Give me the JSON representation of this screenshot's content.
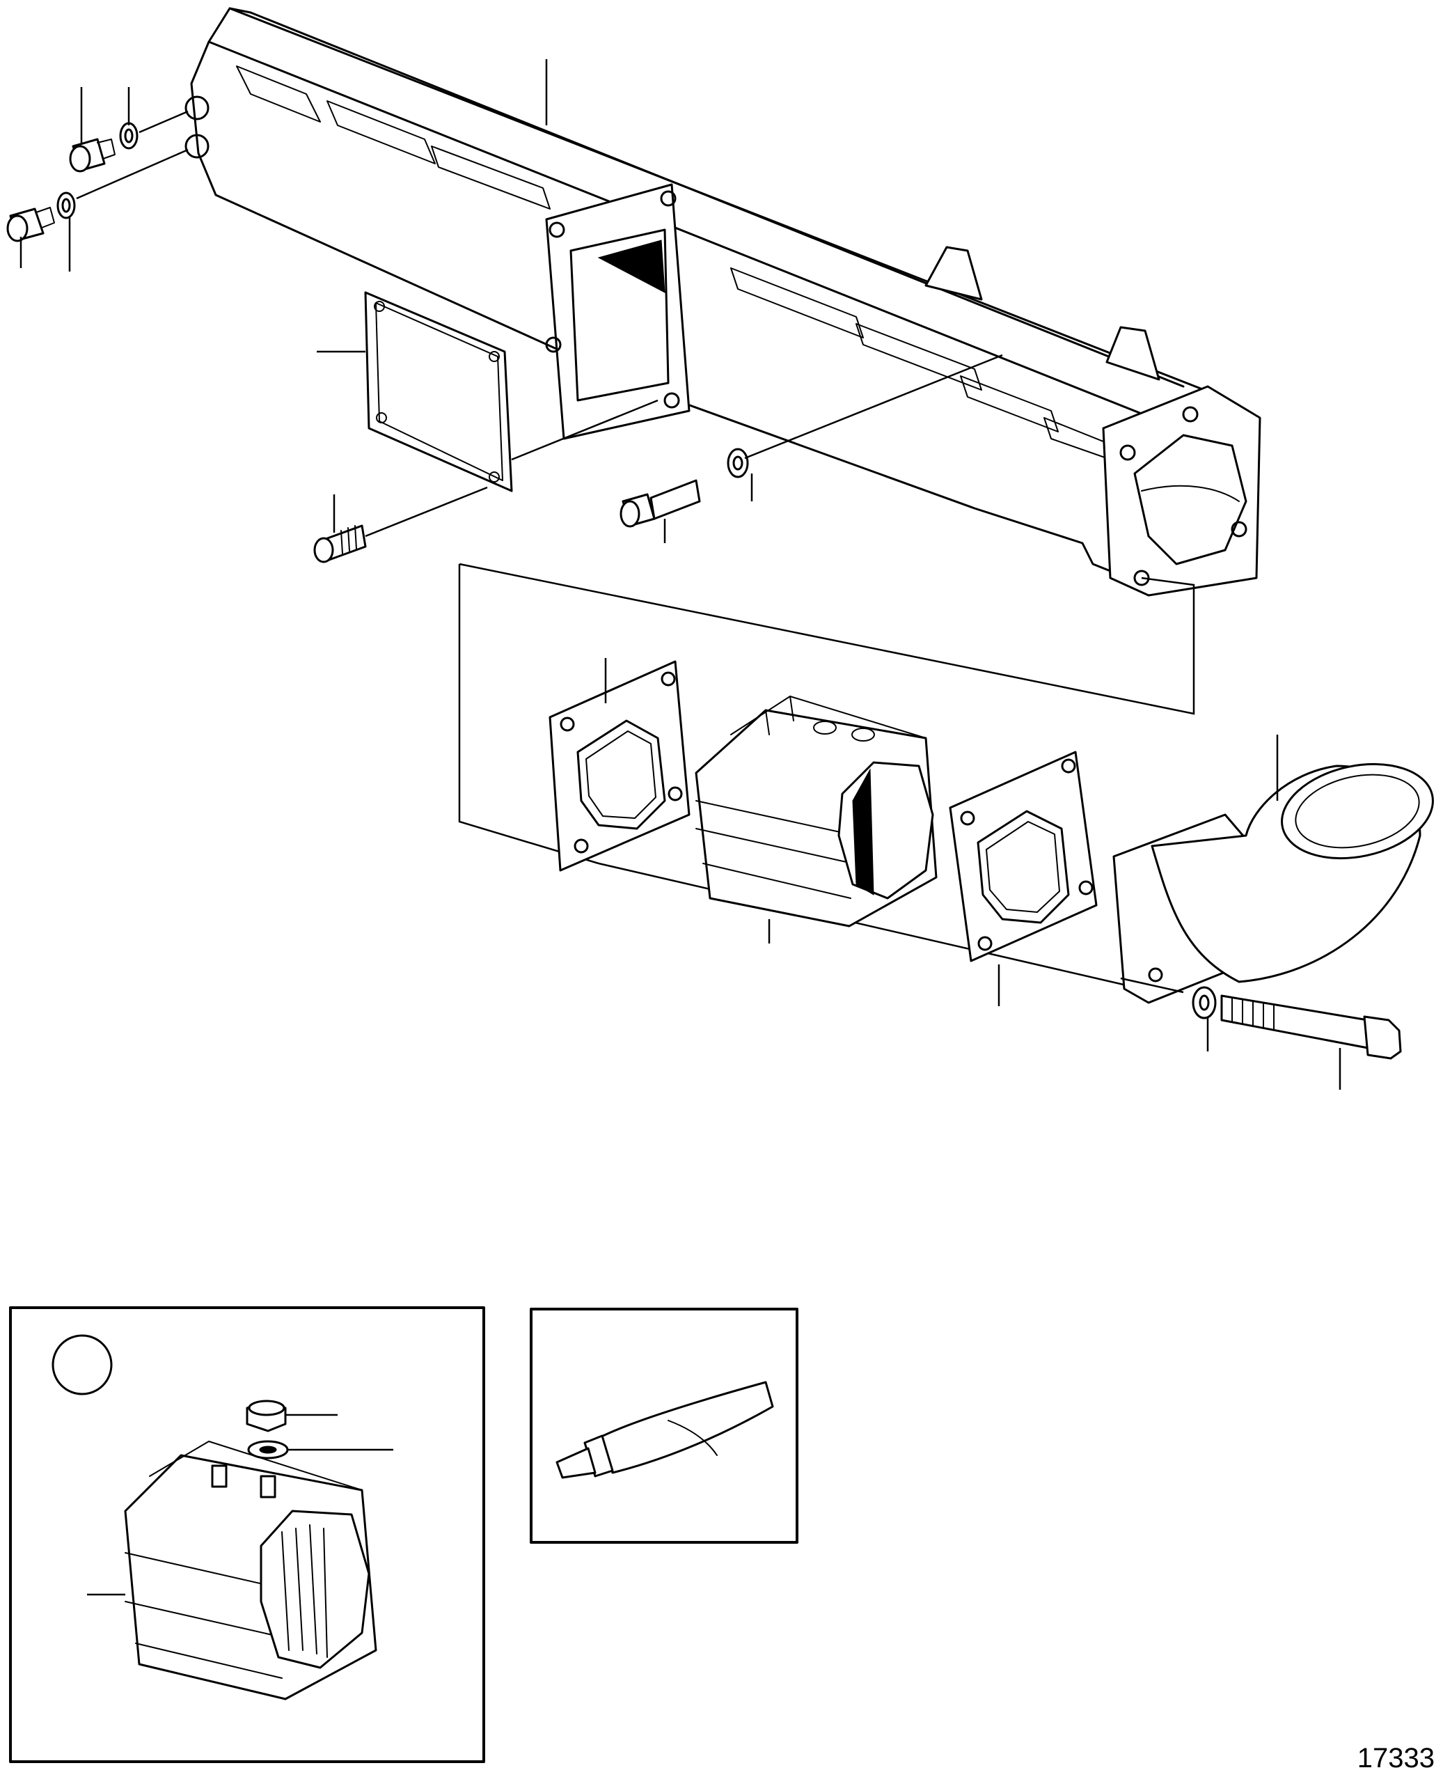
{
  "figure_number": "17333",
  "parts": [
    {
      "name": "exhaust-manifold"
    },
    {
      "name": "plug-upper"
    },
    {
      "name": "washer-upper"
    },
    {
      "name": "plug-lower"
    },
    {
      "name": "washer-lower"
    },
    {
      "name": "cover-gasket"
    },
    {
      "name": "cover-screw"
    },
    {
      "name": "manifold-bolt"
    },
    {
      "name": "manifold-washer"
    },
    {
      "name": "flange-gasket-left"
    },
    {
      "name": "heat-exchanger-insert"
    },
    {
      "name": "flange-gasket-right"
    },
    {
      "name": "exhaust-elbow"
    },
    {
      "name": "elbow-washer"
    },
    {
      "name": "elbow-bolt"
    }
  ],
  "insets": [
    {
      "name": "detail-inset",
      "marker": "circle",
      "parts": [
        "nut",
        "washer",
        "insert"
      ]
    },
    {
      "name": "sealant-inset",
      "parts": [
        "sealant-tube"
      ]
    }
  ]
}
